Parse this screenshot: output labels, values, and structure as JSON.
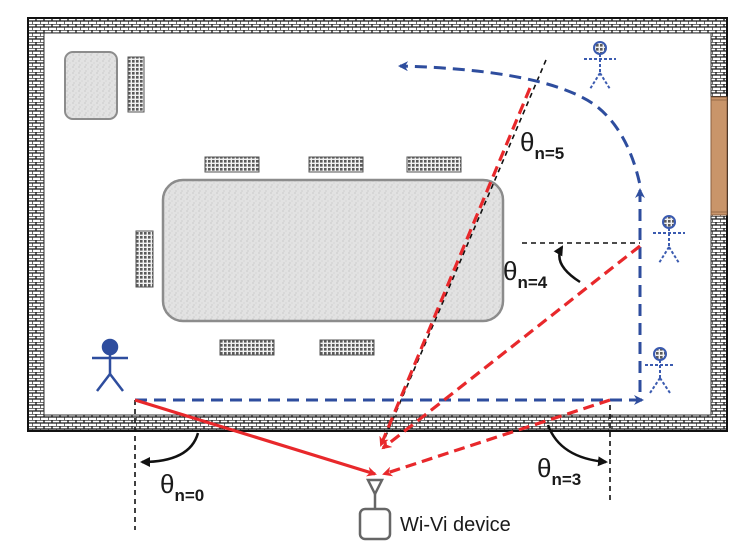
{
  "angle_labels": [
    {
      "symbol": "θ",
      "subscript": "n=0"
    },
    {
      "symbol": "θ",
      "subscript": "n=3"
    },
    {
      "symbol": "θ",
      "subscript": "n=4"
    },
    {
      "symbol": "θ",
      "subscript": "n=5"
    }
  ],
  "device": {
    "label": "Wi-Vi device"
  },
  "colors": {
    "wall": "#222222",
    "floor": "#ffffff",
    "path": "#2e4d9e",
    "ray": "#e8282b",
    "door": "#c9956a",
    "furniture": "#d9d9d9"
  },
  "icons": [
    "person-icon",
    "antenna-icon",
    "table-icon",
    "chair-icon",
    "cabinet-icon",
    "door-icon"
  ]
}
